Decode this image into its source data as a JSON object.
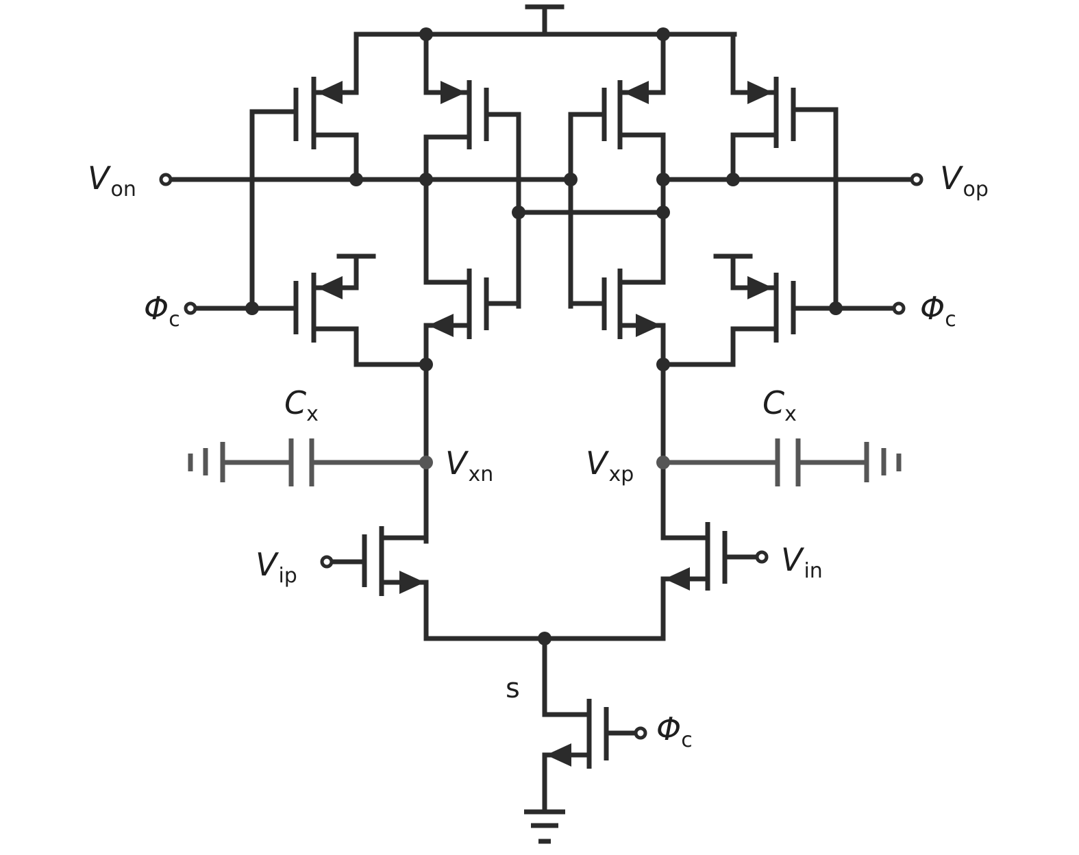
{
  "labels": {
    "von": {
      "main": "V",
      "sub": "on"
    },
    "vop": {
      "main": "V",
      "sub": "op"
    },
    "phi_left": {
      "main": "Φ",
      "sub": "c"
    },
    "phi_right": {
      "main": "Φ",
      "sub": "c"
    },
    "phi_bottom": {
      "main": "Φ",
      "sub": "c"
    },
    "cx_left": {
      "main": "C",
      "sub": "x"
    },
    "cx_right": {
      "main": "C",
      "sub": "x"
    },
    "vxn": {
      "main": "V",
      "sub": "xn"
    },
    "vxp": {
      "main": "V",
      "sub": "xp"
    },
    "vip": {
      "main": "V",
      "sub": "ip"
    },
    "vin": {
      "main": "V",
      "sub": "in"
    },
    "s": "s"
  }
}
